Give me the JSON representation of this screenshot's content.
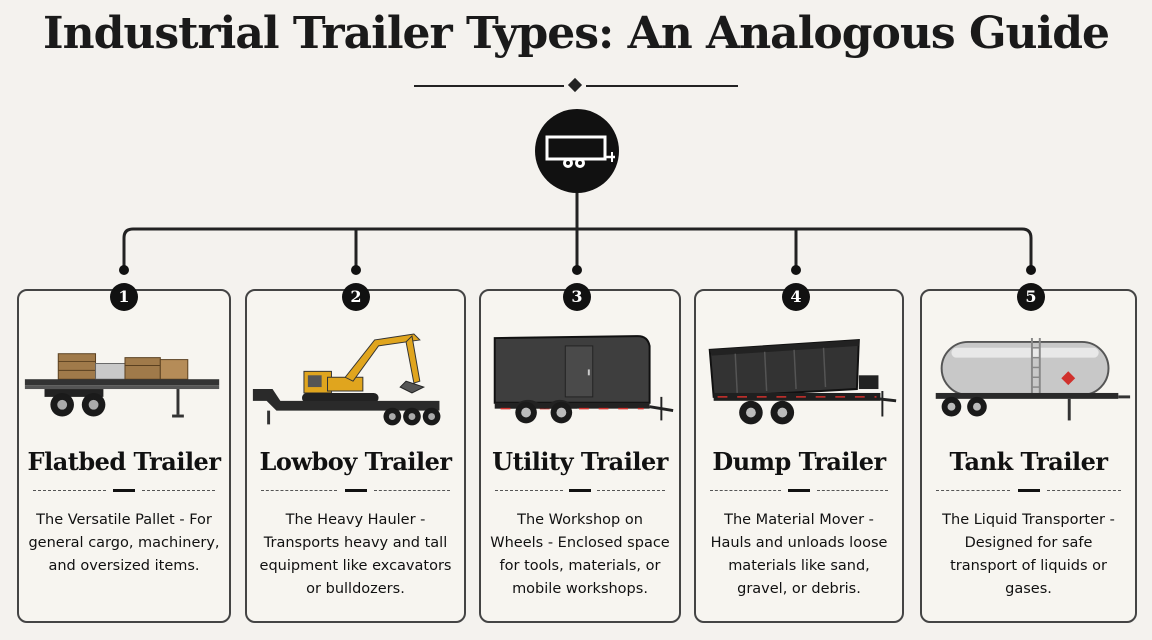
{
  "title": "Industrial Trailer Types: An Analogous Guide",
  "hub_icon": "trailer-icon",
  "cards": [
    {
      "number": "1",
      "name": "Flatbed Trailer",
      "description": "The Versatile Pallet - For general cargo, machinery, and oversized items.",
      "illustration": "flatbed-trailer-illustration"
    },
    {
      "number": "2",
      "name": "Lowboy Trailer",
      "description": "The Heavy Hauler - Transports heavy and tall equipment like excavators or bulldozers.",
      "illustration": "lowboy-trailer-illustration"
    },
    {
      "number": "3",
      "name": "Utility Trailer",
      "description": "The Workshop on Wheels - Enclosed space for tools, materials, or mobile workshops.",
      "illustration": "utility-trailer-illustration"
    },
    {
      "number": "4",
      "name": "Dump Trailer",
      "description": "The Material Mover - Hauls and unloads loose materials like sand, gravel, or debris.",
      "illustration": "dump-trailer-illustration"
    },
    {
      "number": "5",
      "name": "Tank Trailer",
      "description": "The Liquid Transporter - Designed for safe transport of liquids or gases.",
      "illustration": "tank-trailer-illustration"
    }
  ],
  "colors": {
    "background": "#f4f2ee",
    "ink": "#111111",
    "excavator": "#e0a51e",
    "hazard": "#d0312d"
  }
}
